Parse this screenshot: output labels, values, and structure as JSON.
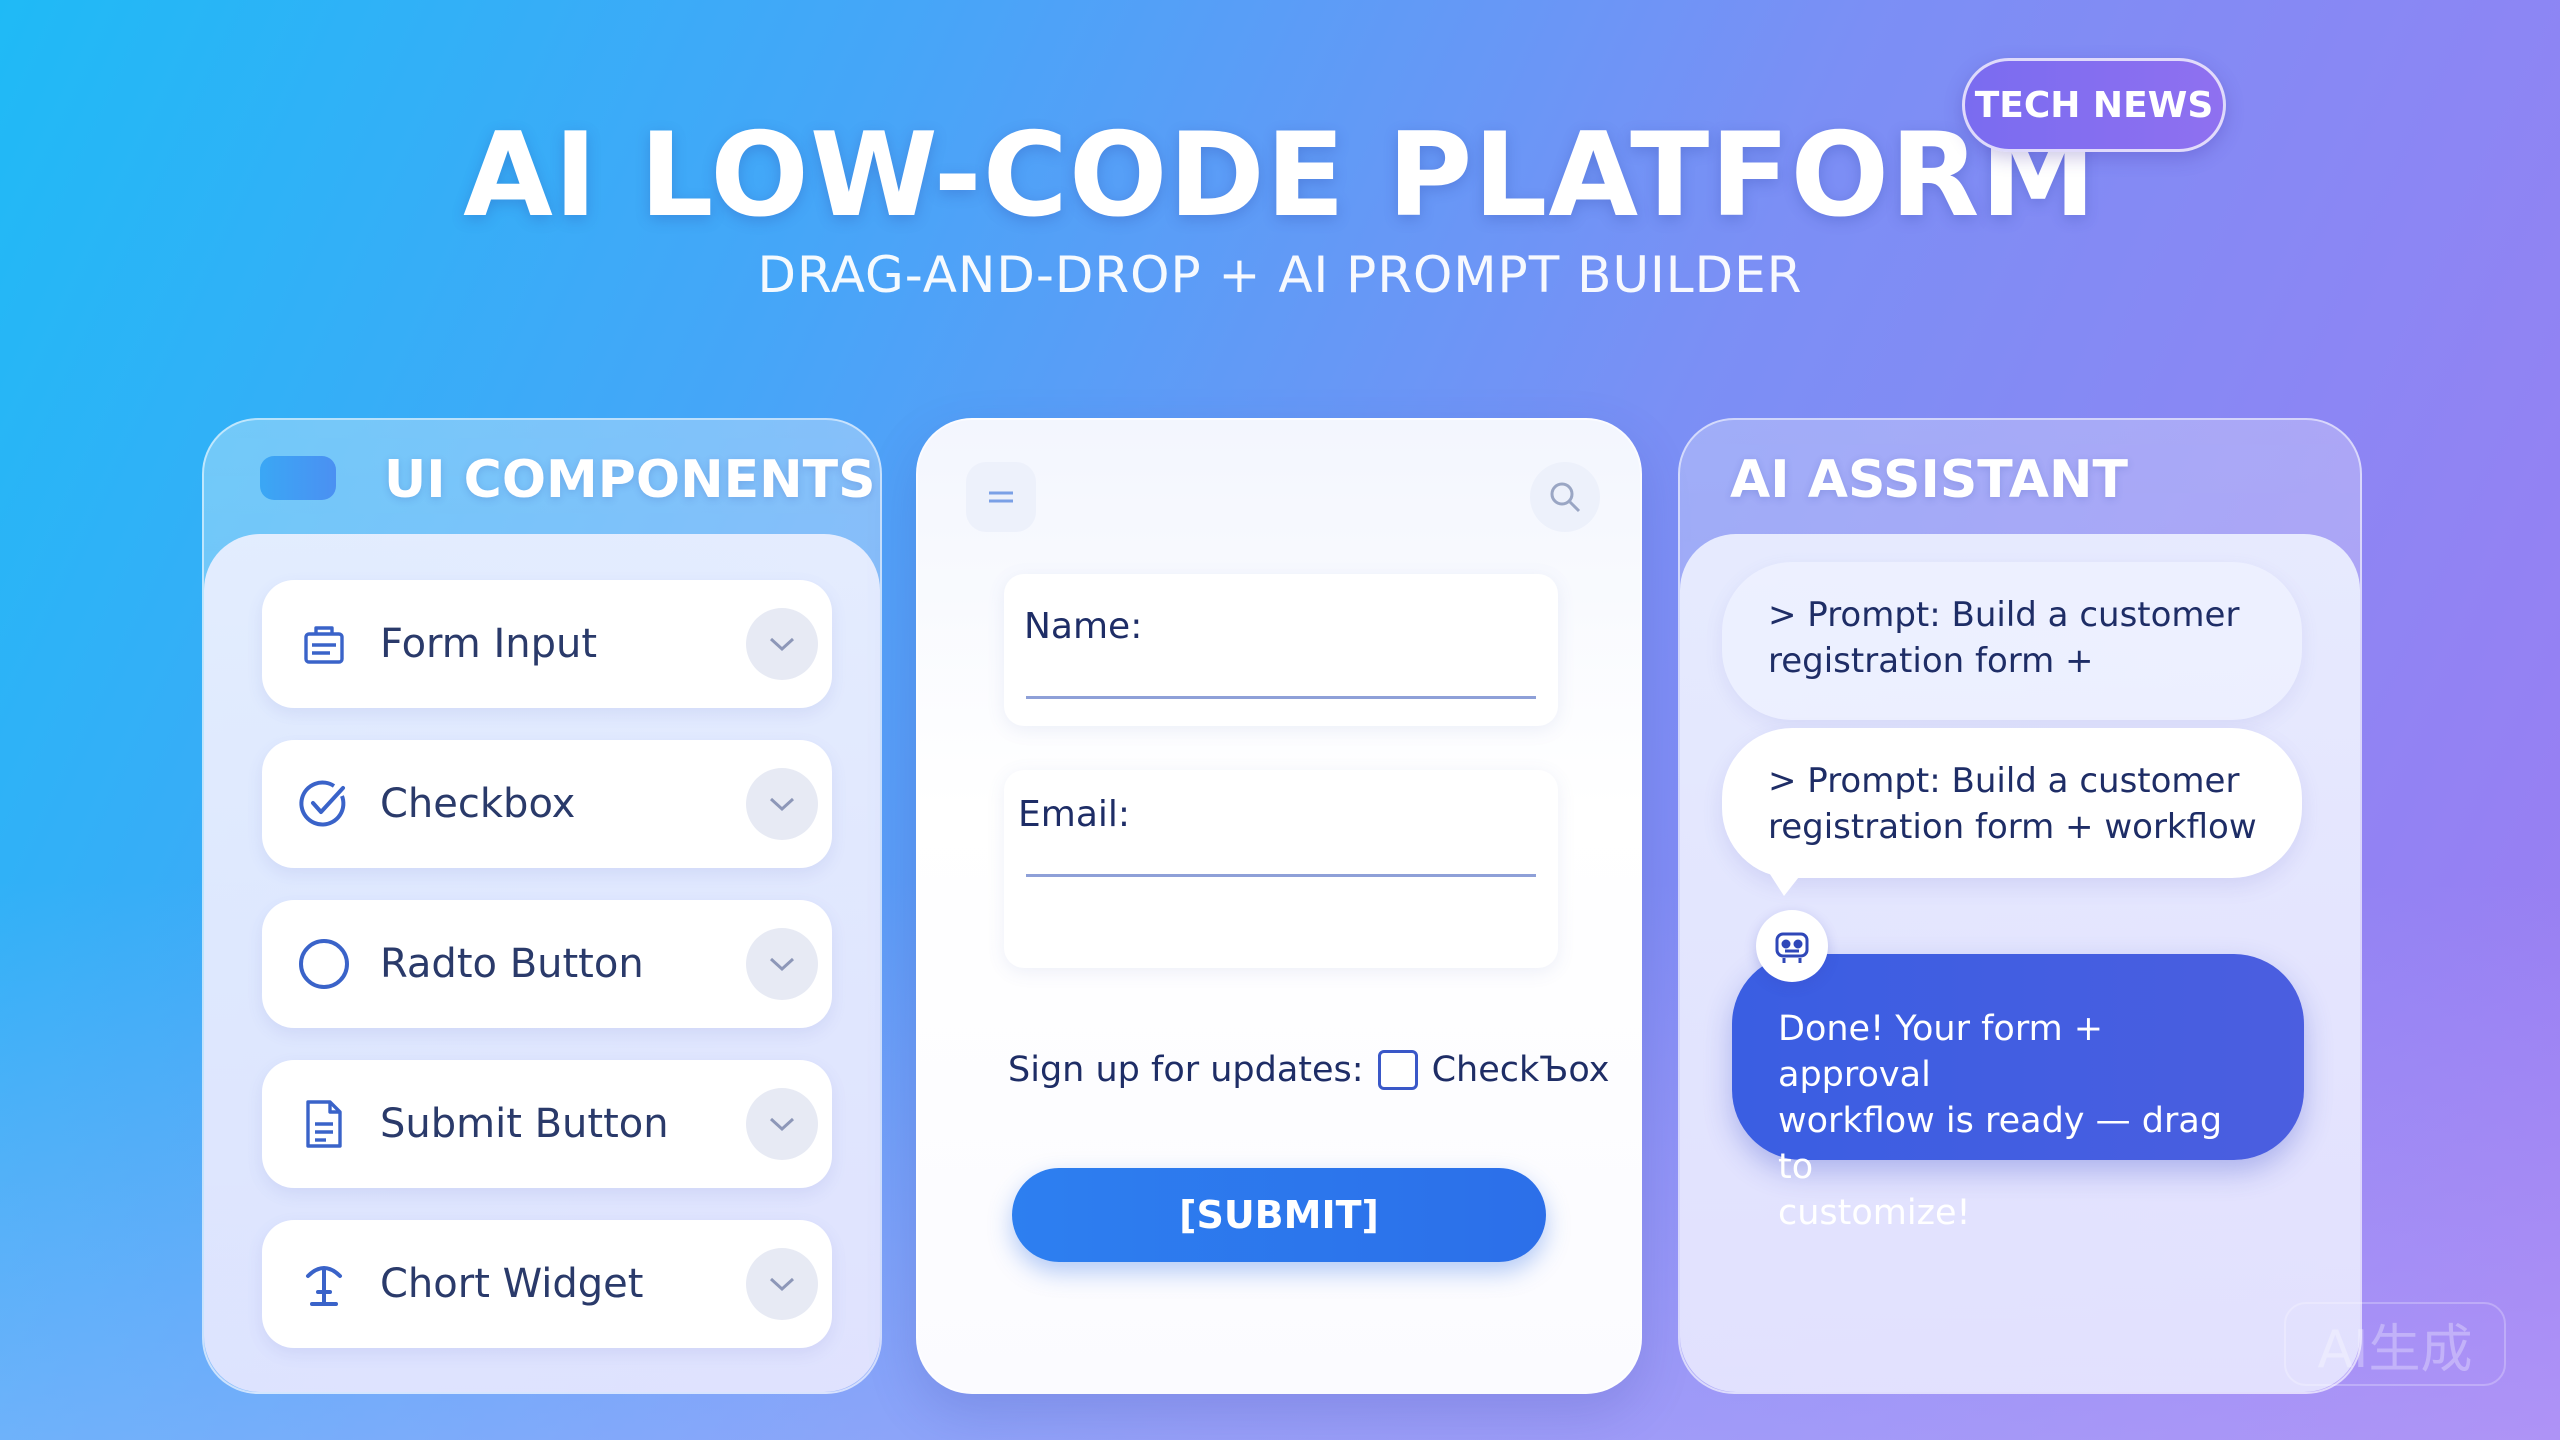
{
  "header": {
    "title": "AI LOW-CODE PLATFORM",
    "subtitle": "DRAG-AND-DROP + AI PROMPT BUILDER",
    "badge": "TECH NEWS"
  },
  "components_panel": {
    "heading": "UI COMPONENTS",
    "items": [
      {
        "label": "Form Input",
        "icon": "form-icon"
      },
      {
        "label": "Checkbox",
        "icon": "check-circle-icon"
      },
      {
        "label": "Radto Button",
        "icon": "radio-icon"
      },
      {
        "label": "Submit Button",
        "icon": "document-icon"
      },
      {
        "label": "Chort Widget",
        "icon": "widget-icon"
      }
    ]
  },
  "form_panel": {
    "name_label": "Name:",
    "email_label": "Email:",
    "signup_label": "Sign up for updates:",
    "checkbox_label": "CheckЪox",
    "submit_label": "[SUBMIT]"
  },
  "assistant_panel": {
    "heading": "AI ASSISTANT",
    "messages": [
      {
        "line1": "> Prompt: Build a customer",
        "line2": "registration form +"
      },
      {
        "line1": "> Prompt: Build a customer",
        "line2": "registration form + workflow"
      },
      {
        "line1": "Done! Your form + approval",
        "line2": "workflow is ready — drag to",
        "line3": "customize!"
      }
    ]
  },
  "watermark": "AI生成",
  "colors": {
    "accent": "#2d7ff0",
    "assistant_bubble": "#3a5ee2",
    "text_dark": "#1e2d66"
  }
}
